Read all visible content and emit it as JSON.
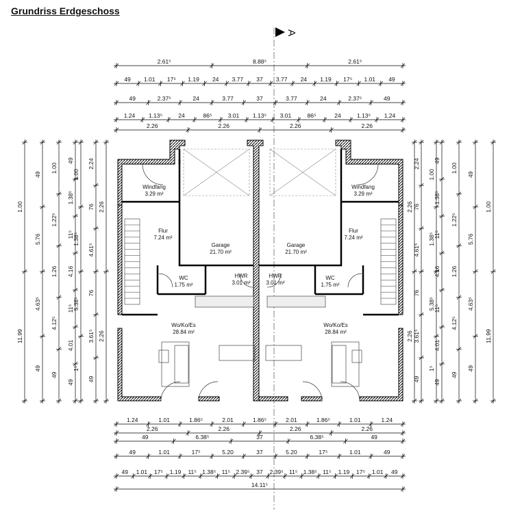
{
  "title": "Grundriss Erdgeschoss",
  "section_marker": "A",
  "dims_top": [
    [
      "2.61⁵",
      "8.88⁵",
      "2.61⁵"
    ],
    [
      "49",
      "1.01",
      "17⁵",
      "1.19",
      "24",
      "3.77",
      "37",
      "3.77",
      "24",
      "1.19",
      "17⁵",
      "1.01",
      "49"
    ],
    [
      "49",
      "2.37⁵",
      "24",
      "3.77",
      "37",
      "3.77",
      "24",
      "2.37⁵",
      "49"
    ],
    [
      "1.24",
      "1.13⁵",
      "24",
      "86⁵",
      "3.01",
      "1.13⁵",
      "3.01",
      "86⁵",
      "24",
      "1.13⁵",
      "1.24"
    ],
    [
      "2.26",
      "2.26",
      "2.26",
      "2.26"
    ]
  ],
  "dims_bottom": [
    [
      "1.24",
      "1.01",
      "1.86⁵",
      "2.01",
      "1.86⁵",
      "2.01",
      "1.86⁵",
      "1.01",
      "1.24"
    ],
    [
      "2.26",
      "2.26",
      "2.26",
      "2.26"
    ],
    [
      "49",
      "6.38⁵",
      "37",
      "6.38⁵",
      "49"
    ],
    [
      "49",
      "1.01",
      "17⁵",
      "5.20",
      "37",
      "5.20",
      "17⁵",
      "1.01",
      "49"
    ],
    [
      "49",
      "1.01",
      "17⁵",
      "1.19",
      "11⁵",
      "1.38⁵",
      "11⁵",
      "2.39⁵",
      "37",
      "2.39⁵",
      "11⁵",
      "1.38⁵",
      "11⁵",
      "1.19",
      "17⁵",
      "1.01",
      "49"
    ],
    [
      "14.11⁵"
    ]
  ],
  "dims_left": [
    [
      "1.00",
      "11.99"
    ],
    [
      "49",
      "5.76",
      "4.63⁵",
      "49"
    ],
    [
      "1.00",
      "1.22⁵",
      "1.26",
      "4.12⁵",
      "49"
    ],
    [
      "49",
      "1.38⁵",
      "11⁵",
      "4.16",
      "11⁵",
      "4.01",
      "49"
    ],
    [
      "1.00",
      "1.38⁵",
      "5.38⁵",
      "1⁵"
    ],
    [
      "2.24",
      "76",
      "4.61⁵",
      "76",
      "3.61⁵",
      "49"
    ],
    [
      "2.26",
      "2.26"
    ]
  ],
  "dims_right": [
    [
      "1.00",
      "11.99"
    ],
    [
      "49",
      "5.76",
      "4.63⁵",
      "49"
    ],
    [
      "1.00",
      "1.22⁵",
      "1.26",
      "4.12⁵",
      "49"
    ],
    [
      "49",
      "1.38⁵",
      "11⁵",
      "4.16",
      "11⁵",
      "4.01",
      "49"
    ],
    [
      "1.00",
      "1.38⁵",
      "5.38⁵",
      "1⁵"
    ],
    [
      "2.24",
      "76",
      "4.61⁵",
      "76",
      "3.61⁵",
      "49"
    ],
    [
      "2.26",
      "2.26"
    ]
  ],
  "rooms": [
    {
      "name": "Windfang",
      "area": "3.29 m²"
    },
    {
      "name": "Flur",
      "area": "7.24 m²"
    },
    {
      "name": "Garage",
      "area": "21.70 m²"
    },
    {
      "name": "WC",
      "area": "1.75 m²"
    },
    {
      "name": "HWR",
      "area": "3.01 m²"
    },
    {
      "name": "Wo/Ko/Es",
      "area": "28.84 m²"
    },
    {
      "name": "Windfang",
      "area": "3.29 m²"
    },
    {
      "name": "Flur",
      "area": "7.24 m²"
    },
    {
      "name": "Garage",
      "area": "21.70 m²"
    },
    {
      "name": "WC",
      "area": "1.75 m²"
    },
    {
      "name": "HWR",
      "area": "3.01 m²"
    },
    {
      "name": "Wo/Ko/Es",
      "area": "28.84 m²"
    }
  ]
}
